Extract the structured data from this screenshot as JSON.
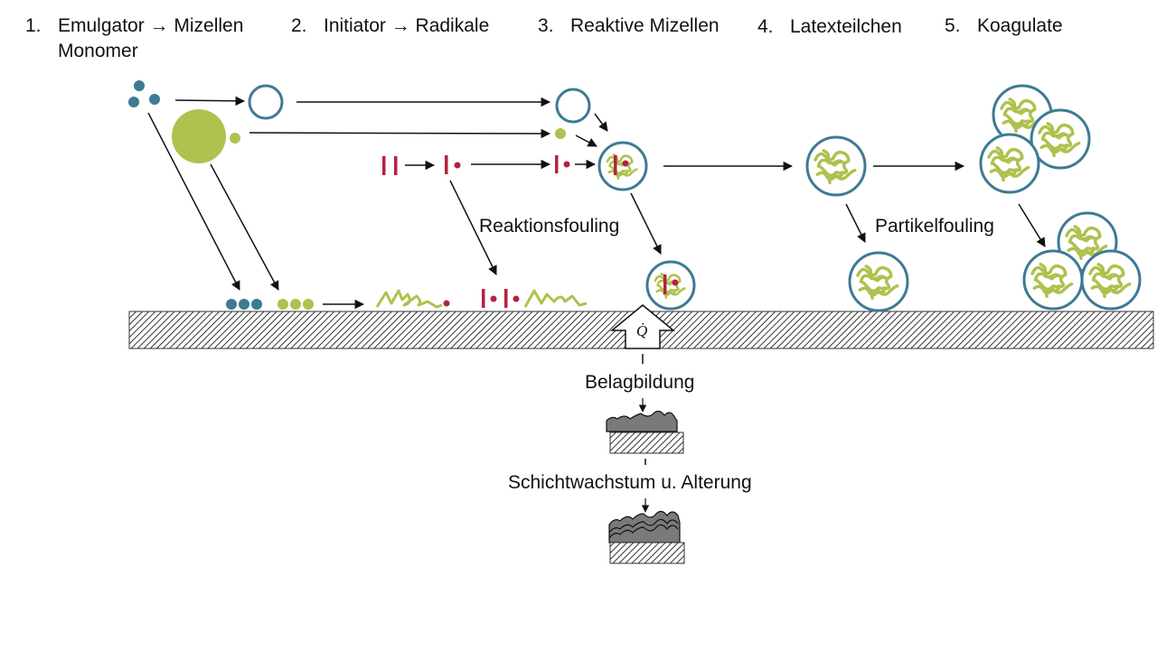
{
  "stages": [
    {
      "number": "1.",
      "label": "Emulgator → Mizellen",
      "sublabel": "Monomer"
    },
    {
      "number": "2.",
      "label": "Initiator → Radikale"
    },
    {
      "number": "3.",
      "label": "Reaktive Mizellen"
    },
    {
      "number": "4.",
      "label": "Latexteilchen"
    },
    {
      "number": "5.",
      "label": "Koagulate"
    }
  ],
  "labels": {
    "reaction_fouling": "Reaktionsfouling",
    "particle_fouling": "Partikelfouling",
    "heat_flux": "Q̇",
    "deposit_formation": "Belagbildung",
    "layer_growth": "Schichtwachstum u. Alterung"
  },
  "colors": {
    "emulsifier": "#3e7a93",
    "monomer": "#afc14e",
    "initiator": "#b5223e",
    "wall_hatch": "#444444",
    "deposit": "#7a7a7a"
  }
}
